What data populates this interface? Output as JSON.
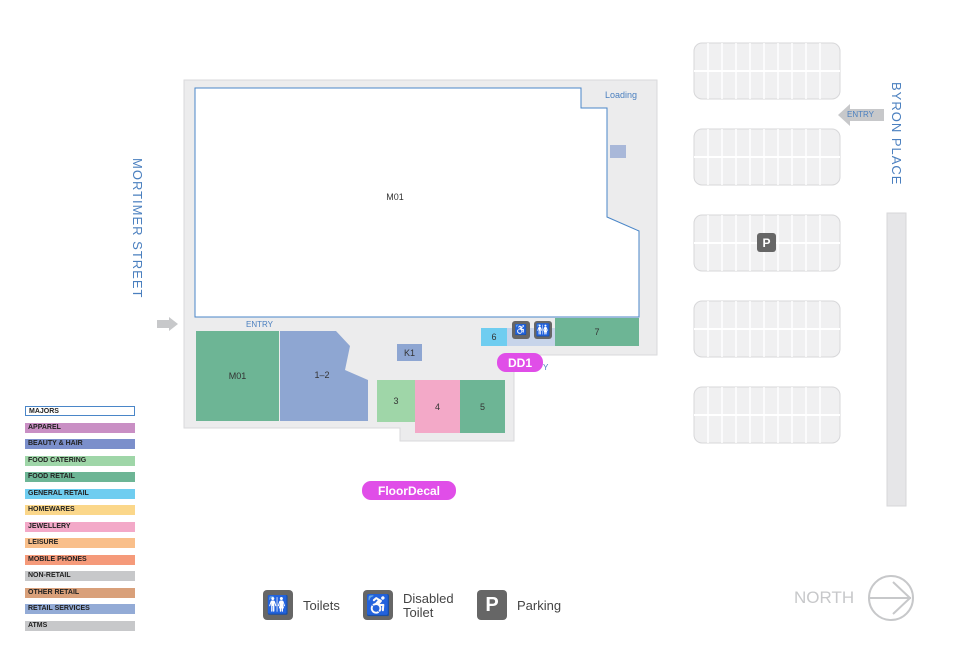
{
  "streets": {
    "mortimer": "MORTIMER STREET",
    "byron": "BYRON PLACE"
  },
  "labels": {
    "entry_main": "ENTRY",
    "entry_byron": "ENTRY",
    "loading": "Loading",
    "partial_entry": "Y"
  },
  "units": {
    "m01_major": "M01",
    "m01_food": "M01",
    "u12": "1–2",
    "k1": "K1",
    "u3": "3",
    "u4": "4",
    "u5": "5",
    "u6": "6",
    "u7": "7"
  },
  "decals": {
    "dd1": "DD1",
    "floor": "FloorDecal"
  },
  "legend": [
    {
      "label": "MAJORS",
      "color": "#ffffff"
    },
    {
      "label": "APPAREL",
      "color": "#c98fc4"
    },
    {
      "label": "BEAUTY & HAIR",
      "color": "#7b8fcb"
    },
    {
      "label": "FOOD CATERING",
      "color": "#9fd6a8"
    },
    {
      "label": "FOOD RETAIL",
      "color": "#6db595"
    },
    {
      "label": "GENERAL RETAIL",
      "color": "#6fcdf0"
    },
    {
      "label": "HOMEWARES",
      "color": "#fbd78a"
    },
    {
      "label": "JEWELLERY",
      "color": "#f3a9c8"
    },
    {
      "label": "LEISURE",
      "color": "#f9bf8a"
    },
    {
      "label": "MOBILE PHONES",
      "color": "#f59a7a"
    },
    {
      "label": "NON-RETAIL",
      "color": "#c7c8ca"
    },
    {
      "label": "OTHER RETAIL",
      "color": "#d9a07a"
    },
    {
      "label": "RETAIL SERVICES",
      "color": "#93abd6"
    },
    {
      "label": "ATMS",
      "color": "#c7c8ca"
    }
  ],
  "key": {
    "toilets": "Toilets",
    "disabled_1": "Disabled",
    "disabled_2": "Toilet",
    "parking": "Parking"
  },
  "compass": "NORTH",
  "parking_symbol": "P",
  "colors": {
    "street": "#4a7fbf",
    "decal": "#e04ee8",
    "floor": "#ececed"
  }
}
